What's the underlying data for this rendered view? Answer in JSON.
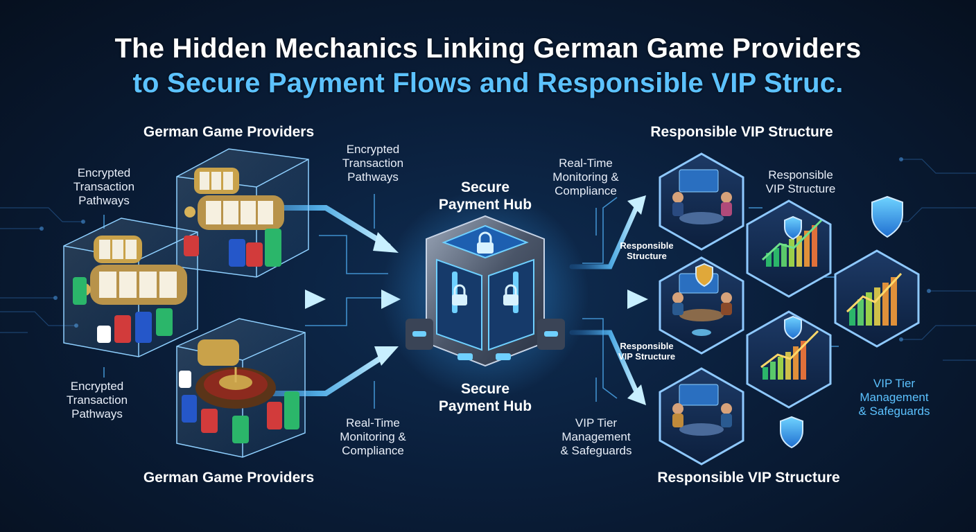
{
  "title": {
    "line1": "The Hidden Mechanics Linking German Game Providers",
    "line2": "to Secure Payment Flows and Responsible VIP Struc."
  },
  "left": {
    "top_heading": "German Game Providers",
    "bottom_heading": "German Game Providers",
    "top_note": [
      "Encrypted",
      "Transaction",
      "Pathways"
    ],
    "bottom_note": [
      "Encrypted",
      "Transaction",
      "Pathways"
    ]
  },
  "middle": {
    "top_note": [
      "Encrypted",
      "Transaction",
      "Pathways"
    ],
    "bottom_note": [
      "Real-Time",
      "Monitoring &",
      "Compliance"
    ],
    "hub_top": [
      "Secure",
      "Payment Hub"
    ],
    "hub_bottom": [
      "Secure",
      "Payment Hub"
    ]
  },
  "right": {
    "top_heading": "Responsible VIP Structure",
    "bottom_heading": "Responsible VIP Structure",
    "monitor_note": [
      "Real-Time",
      "Monitoring &",
      "Compliance"
    ],
    "vip_note": [
      "Responsible",
      "VIP Structure"
    ],
    "structure_note": [
      "Responsible",
      "Structure"
    ],
    "vip_small_note": [
      "Responsible",
      "VIP Structure"
    ],
    "tier_note": [
      "VIP Tier",
      "Management",
      "& Safeguards"
    ],
    "tier_note_blue": [
      "VIP Tier",
      "Management",
      "& Safeguards"
    ]
  },
  "colors": {
    "accent": "#5cc2ff",
    "arrow": "#6fd0ff",
    "background": "#0a1e3a"
  }
}
